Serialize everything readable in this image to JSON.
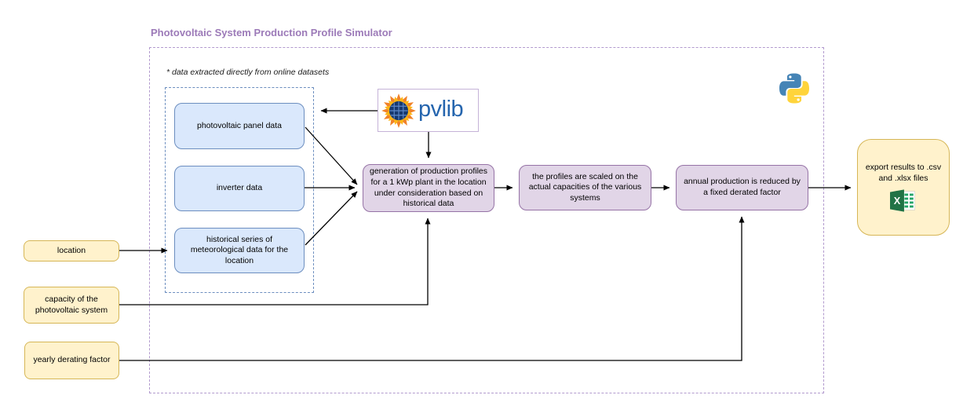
{
  "title": "Photovoltaic System Production Profile Simulator",
  "annotation_note": "* data extracted directly from online datasets",
  "nodes": {
    "panel_data": "photovoltaic panel data",
    "inverter_data": "inverter data",
    "historical_series": "historical series of meteorological data for the location",
    "generation": "generation of production profiles for a 1 kWp plant in the location under consideration based on historical data",
    "scaling": "the profiles are scaled on the actual capacities of the various systems",
    "derated": "annual production is reduced by a fixed derated factor",
    "location": "location",
    "capacity": "capacity of the photovoltaic system",
    "yearly_derating": "yearly derating factor",
    "export": "export results to .csv and .xlsx files"
  },
  "logos": {
    "pvlib_label": "pvlib",
    "python_icon": "python-logo",
    "excel_icon": "excel-logo",
    "pvlib_sun_icon": "pvlib-sun-logo"
  },
  "colors": {
    "title_text": "#9c7ab8",
    "outer_frame": "#b29ace",
    "inner_frame": "#6c8ebf",
    "input_fill": "#dae8fc",
    "input_stroke": "#6c8ebf",
    "process_fill": "#e1d5e7",
    "process_stroke": "#9673a6",
    "io_fill": "#fff2cc",
    "io_stroke": "#d6b656",
    "pvlib_text": "#2565ae",
    "python_blue": "#4584b6",
    "python_yellow": "#ffd43b",
    "excel_green": "#217346",
    "arrow": "#000000"
  }
}
